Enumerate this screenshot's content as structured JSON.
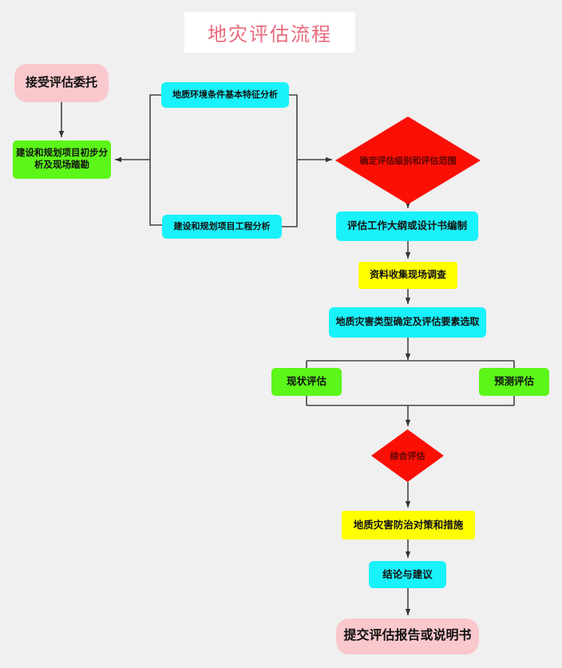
{
  "title": "地灾评估流程",
  "diagram": {
    "type": "flowchart",
    "nodes": [
      {
        "id": "accept",
        "label": "接受评估委托",
        "shape": "rounded-rect",
        "color": "#f9c8cc"
      },
      {
        "id": "prelim",
        "label": "建设和规划项目初步分析及现场踏勘",
        "shape": "rect",
        "color": "#5cf619"
      },
      {
        "id": "geoenv",
        "label": "地质环境条件基本特征分析",
        "shape": "rounded-rect",
        "color": "#19f2fa"
      },
      {
        "id": "project",
        "label": "建设和规划项目工程分析",
        "shape": "rounded-rect",
        "color": "#19f2fa"
      },
      {
        "id": "level",
        "label": "确定评估级别和评估范围",
        "shape": "diamond",
        "color": "#fa0f05"
      },
      {
        "id": "outline",
        "label": "评估工作大纲或设计书编制",
        "shape": "rect",
        "color": "#19f2fa"
      },
      {
        "id": "collect",
        "label": "资料收集现场调查",
        "shape": "rect",
        "color": "#ffff00"
      },
      {
        "id": "types",
        "label": "地质灾害类型确定及评估要素选取",
        "shape": "rect",
        "color": "#19f2fa"
      },
      {
        "id": "current",
        "label": "现状评估",
        "shape": "rounded-rect",
        "color": "#5cf619"
      },
      {
        "id": "forecast",
        "label": "预测评估",
        "shape": "rounded-rect",
        "color": "#5cf619"
      },
      {
        "id": "compre",
        "label": "综合评估",
        "shape": "diamond",
        "color": "#fa0f05"
      },
      {
        "id": "measures",
        "label": "地质灾害防治对策和措施",
        "shape": "rect",
        "color": "#ffff00"
      },
      {
        "id": "conclude",
        "label": "结论与建议",
        "shape": "rect",
        "color": "#19f2fa"
      },
      {
        "id": "submit",
        "label": "提交评估报告或说明书",
        "shape": "rounded-rect",
        "color": "#f9c8cc"
      }
    ],
    "edges": [
      {
        "from": "accept",
        "to": "prelim"
      },
      {
        "from": "prelim",
        "to": "geoenv"
      },
      {
        "from": "prelim",
        "to": "project"
      },
      {
        "from": "geoenv",
        "to": "level"
      },
      {
        "from": "project",
        "to": "level"
      },
      {
        "from": "level",
        "to": "outline"
      },
      {
        "from": "outline",
        "to": "collect"
      },
      {
        "from": "collect",
        "to": "types"
      },
      {
        "from": "types",
        "to": "current"
      },
      {
        "from": "types",
        "to": "forecast"
      },
      {
        "from": "current",
        "to": "compre"
      },
      {
        "from": "forecast",
        "to": "compre"
      },
      {
        "from": "compre",
        "to": "measures"
      },
      {
        "from": "measures",
        "to": "conclude"
      },
      {
        "from": "conclude",
        "to": "submit"
      }
    ]
  },
  "colors": {
    "background": "#f0f0f0",
    "title_text": "#e8697d",
    "pink": "#f9c8cc",
    "green": "#5cf619",
    "cyan": "#19f2fa",
    "yellow": "#ffff00",
    "red": "#fa0f05",
    "connector": "#444444"
  }
}
